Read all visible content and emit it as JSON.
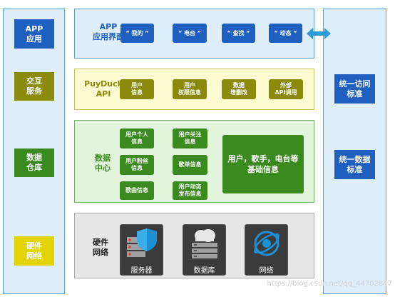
{
  "left_column": {
    "items": [
      {
        "label": "APP\n应用",
        "color": "#1f5fbf"
      },
      {
        "label": "交互\n服务",
        "color": "#8a8a0b"
      },
      {
        "label": "数据\n仓库",
        "color": "#3a8a1f"
      },
      {
        "label": "硬件\n网络",
        "color": "#e2d400"
      }
    ]
  },
  "app_layer": {
    "title": "APP\n应用界面",
    "items": [
      "“ 我的 ”",
      "“ 电台 ”",
      "“ 查找 ”",
      "“ 动态 ”"
    ]
  },
  "api_layer": {
    "title": "PuyDuck\nAPI",
    "items": [
      "用户\n信息",
      "用户\n权限信息",
      "数据\n增删改",
      "外部\nAPI调用"
    ]
  },
  "data_layer": {
    "title": "数据\n中心",
    "items": [
      "用户个人\n信息",
      "用户粉丝\n信息",
      "歌曲信息",
      "用户关注\n信息",
      "歌单信息",
      "用户动态\n发布信息"
    ],
    "big_box": "用户，歌手，电台等\n基础信息"
  },
  "hardware_layer": {
    "title": "硬件\n网络",
    "items": [
      {
        "label": "服务器",
        "icon": "server-shield-icon"
      },
      {
        "label": "数据库",
        "icon": "cloud-database-icon"
      },
      {
        "label": "网络",
        "icon": "network-globe-icon"
      }
    ]
  },
  "right_column": {
    "items": [
      "统一访问\n标准",
      "统一数据\n标准"
    ],
    "color": "#1f5fbf"
  },
  "watermark": "https://blog.csdn.net/qq_44702847"
}
